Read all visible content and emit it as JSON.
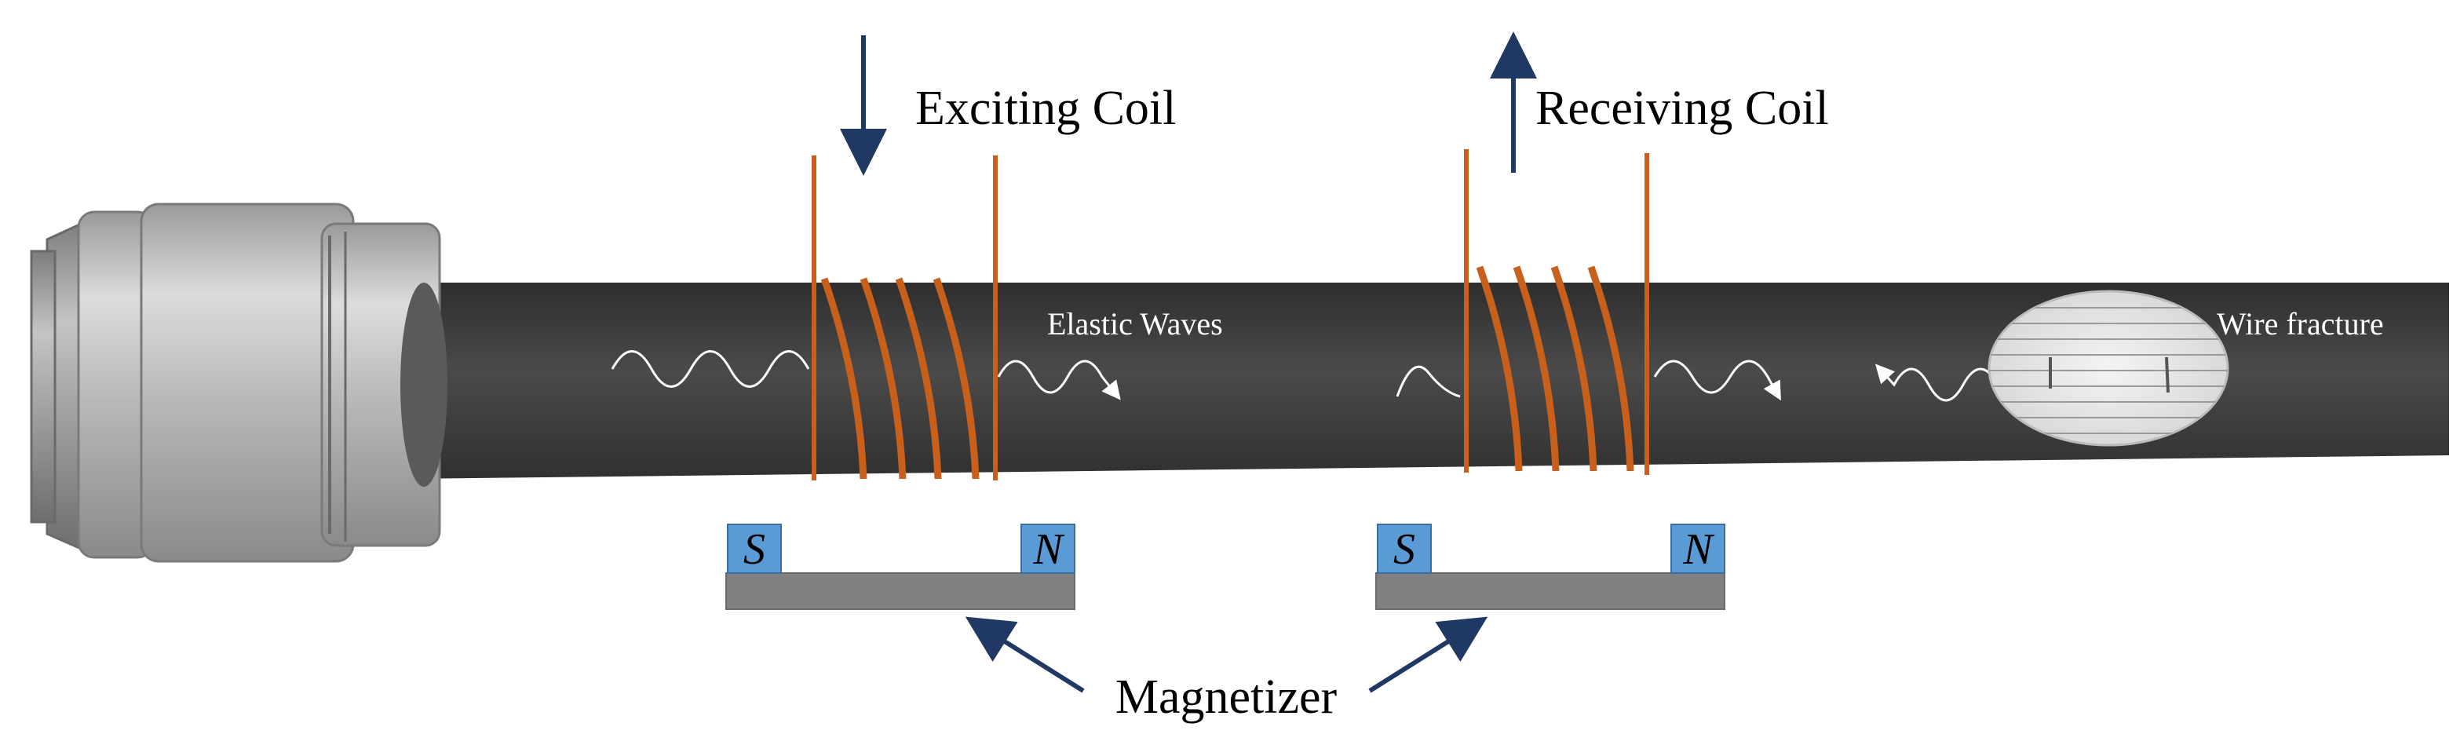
{
  "labels": {
    "exciting_coil": "Exciting Coil",
    "receiving_coil": "Receiving Coil",
    "elastic_waves": "Elastic Waves",
    "wire_fracture": "Wire fracture",
    "magnetizer": "Magnetizer"
  },
  "magnet_left": {
    "south": "S",
    "north": "N"
  },
  "magnet_right": {
    "south": "S",
    "north": "N"
  },
  "colors": {
    "coil": "#c8601c",
    "cable": "#3e3e3e",
    "arrow": "#1f3864",
    "magnet_pole": "#5b9bd5",
    "magnet_bar": "#808080"
  }
}
